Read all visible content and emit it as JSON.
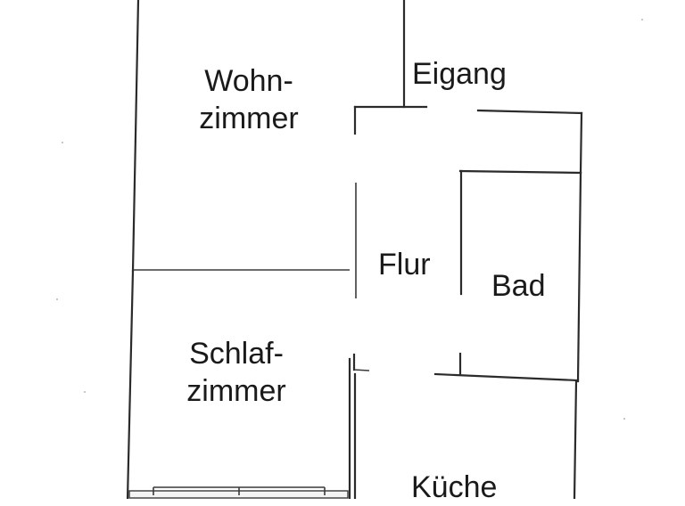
{
  "rooms": {
    "wohnzimmer": {
      "line1": "Wohn-",
      "line2": "zimmer"
    },
    "eingang": {
      "label": "Eigang"
    },
    "flur": {
      "label": "Flur"
    },
    "bad": {
      "label": "Bad"
    },
    "schlafzimmer": {
      "line1": "Schlaf-",
      "line2": "zimmer"
    },
    "kueche": {
      "label": "Küche"
    }
  }
}
